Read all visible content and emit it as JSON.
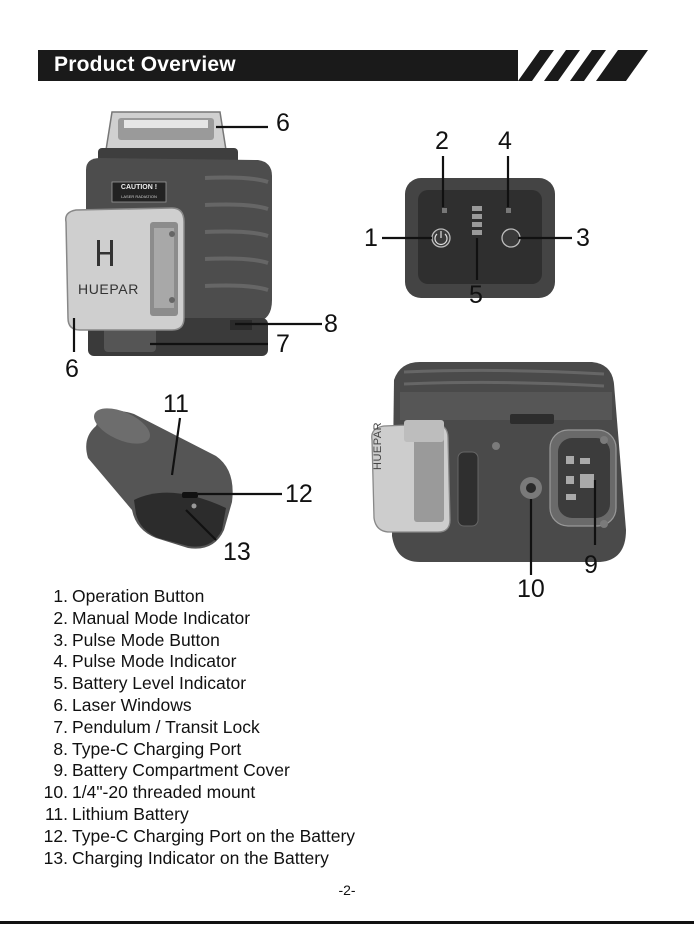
{
  "header": {
    "title": "Product Overview"
  },
  "brand": {
    "logo_text": "HUEPAR",
    "caution_text": "CAUTION !",
    "caution_sub": "LASER RADIATION"
  },
  "callouts": {
    "c1": "1",
    "c2": "2",
    "c3": "3",
    "c4": "4",
    "c5": "5",
    "c6a": "6",
    "c6b": "6",
    "c7": "7",
    "c8": "8",
    "c9": "9",
    "c10": "10",
    "c11": "11",
    "c12": "12",
    "c13": "13"
  },
  "parts": [
    {
      "num": "1.",
      "label": "Operation Button"
    },
    {
      "num": "2.",
      "label": "Manual Mode Indicator"
    },
    {
      "num": "3.",
      "label": "Pulse Mode Button"
    },
    {
      "num": "4.",
      "label": "Pulse Mode Indicator"
    },
    {
      "num": "5.",
      "label": "Battery Level Indicator"
    },
    {
      "num": "6.",
      "label": "Laser Windows"
    },
    {
      "num": "7.",
      "label": "Pendulum / Transit Lock"
    },
    {
      "num": "8.",
      "label": "Type-C Charging Port"
    },
    {
      "num": "9.",
      "label": "Battery Compartment Cover"
    },
    {
      "num": "10.",
      "label": "1/4\"-20 threaded mount"
    },
    {
      "num": "11.",
      "label": "Lithium Battery"
    },
    {
      "num": "12.",
      "label": "Type-C Charging Port on the Battery"
    },
    {
      "num": "13.",
      "label": "Charging Indicator on the Battery"
    }
  ],
  "footer": {
    "page_number": "-2-"
  },
  "colors": {
    "header_bg": "#1a1a1a",
    "device_body": "#5a5a5a",
    "window_gray": "#c9c9c9"
  }
}
